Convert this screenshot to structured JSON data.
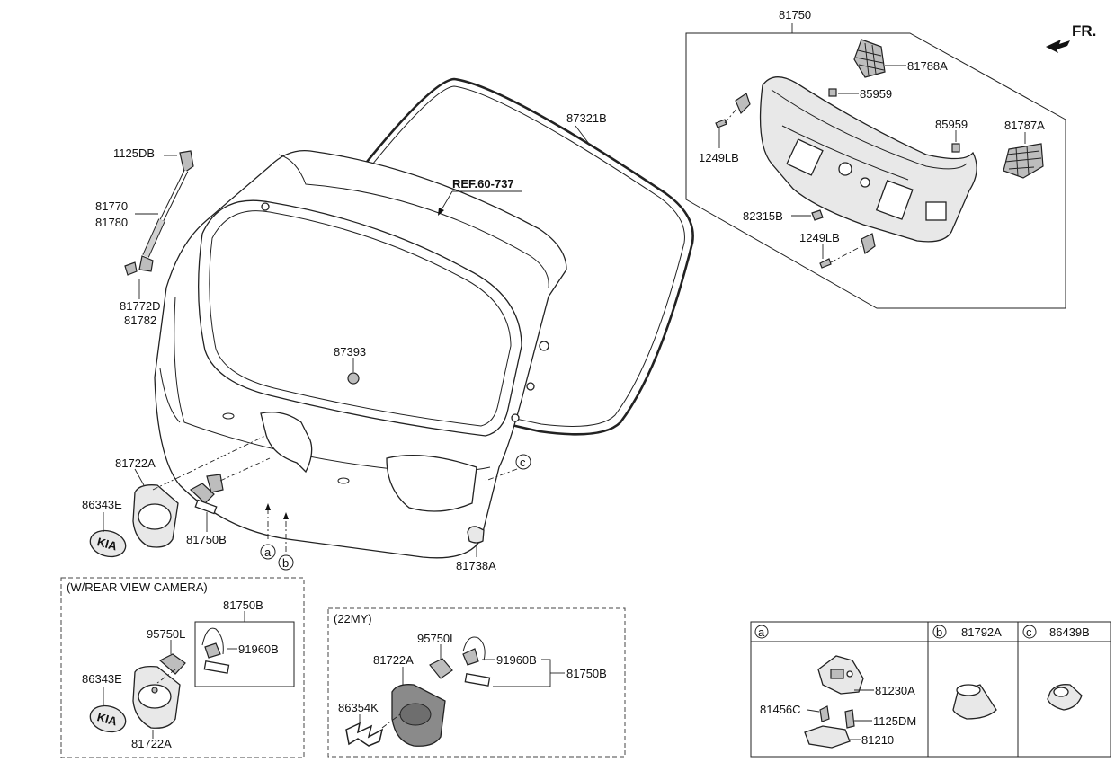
{
  "fr_label": "FR.",
  "ref_label": "REF.60-737",
  "labels": {
    "p81750": "81750",
    "p81788A": "81788A",
    "p85959_top": "85959",
    "p85959_mid": "85959",
    "p81787A": "81787A",
    "p1249LB_top": "1249LB",
    "p82315B": "82315B",
    "p1249LB_bot": "1249LB",
    "p87321B": "87321B",
    "p1125DB": "1125DB",
    "p81770": "81770",
    "p81780": "81780",
    "p81772D": "81772D",
    "p81782": "81782",
    "p87393": "87393",
    "p81722A": "81722A",
    "p86343E": "86343E",
    "p81750B": "81750B",
    "p81738A": "81738A",
    "ref_a": "a",
    "ref_b": "b",
    "ref_c": "c"
  },
  "camera_box": {
    "title": "(W/REAR VIEW CAMERA)",
    "p81750B": "81750B",
    "p95750L": "95750L",
    "p91960B": "91960B",
    "p86343E": "86343E",
    "p81722A": "81722A"
  },
  "my22_box": {
    "title": "(22MY)",
    "p95750L": "95750L",
    "p81722A": "81722A",
    "p91960B": "91960B",
    "p81750B": "81750B",
    "p86354K": "86354K"
  },
  "table": {
    "a_letter": "a",
    "b_letter": "b",
    "b_part": "81792A",
    "c_letter": "c",
    "c_part": "86439B",
    "p81230A": "81230A",
    "p81456C": "81456C",
    "p1125DM": "1125DM",
    "p81210": "81210"
  },
  "emblem_text": "KIA"
}
